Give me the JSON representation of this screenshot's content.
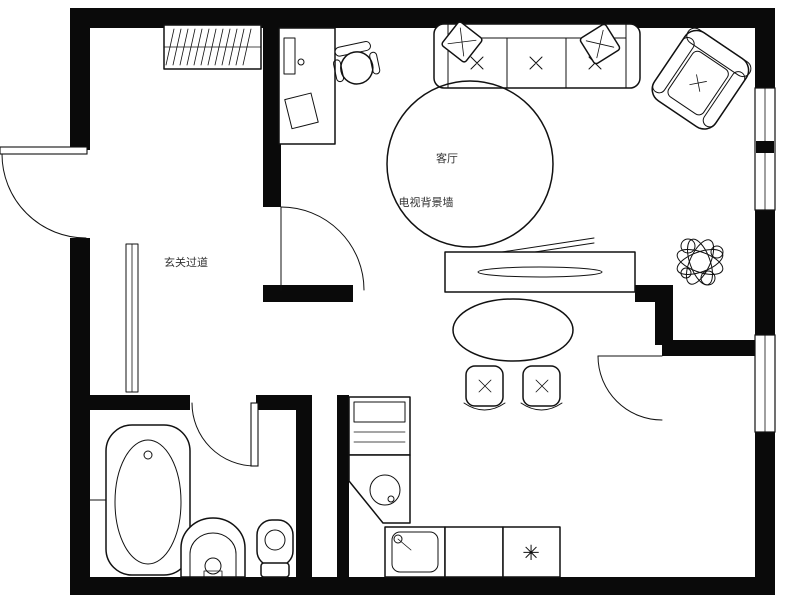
{
  "labels": {
    "living": "客厅",
    "tv_wall": "电视背景墙",
    "hall": "玄关过道"
  },
  "symbols": {
    "hob": "✳"
  },
  "colors": {
    "wall": "#0a0a0a",
    "line": "#111111",
    "background": "#ffffff"
  }
}
